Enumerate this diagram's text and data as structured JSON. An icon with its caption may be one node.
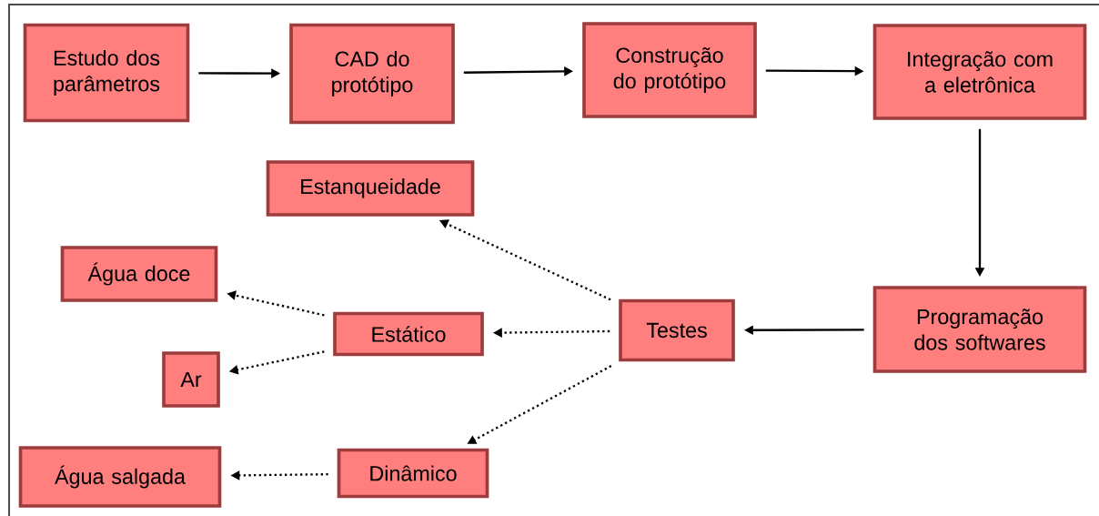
{
  "diagram": {
    "nodes": [
      {
        "text": [
          "Estudo dos parâmetros"
        ]
      },
      {
        "text": [
          "CAD do protótipo"
        ]
      },
      {
        "text": [
          "Construção do protótipo"
        ]
      },
      {
        "text": [
          "Integração com a eletrônica"
        ]
      },
      {
        "text": [
          "Estanqueidade"
        ]
      },
      {
        "text": [
          "Água doce"
        ]
      },
      {
        "text": [
          "Estático"
        ]
      },
      {
        "text": [
          "Ar"
        ]
      },
      {
        "text": [
          "Testes"
        ]
      },
      {
        "text": [
          "Programação dos softwares"
        ]
      },
      {
        "text": [
          "Água salgada"
        ]
      },
      {
        "text": [
          "Dinâmico"
        ]
      }
    ],
    "edges": [
      {
        "from": 0,
        "to": 1,
        "arrow": "to"
      },
      {
        "from": 1,
        "to": 2,
        "arrow": "to"
      },
      {
        "from": 2,
        "to": 3,
        "arrow": "to"
      },
      {
        "from": 3,
        "to": 9,
        "arrow": "to"
      },
      {
        "from": 9,
        "to": 8,
        "arrow": "to"
      },
      {
        "from": 8,
        "to": 4,
        "arrow": "to",
        "style": "dashed"
      },
      {
        "from": 8,
        "to": 6,
        "arrow": "to",
        "style": "dashed"
      },
      {
        "from": 8,
        "to": 11,
        "arrow": "to",
        "style": "dashed"
      },
      {
        "from": 6,
        "to": 5,
        "arrow": "to",
        "style": "dashed"
      },
      {
        "from": 6,
        "to": 7,
        "arrow": "to",
        "style": "dashed"
      },
      {
        "from": 11,
        "to": 10,
        "arrow": "to",
        "style": "dashed"
      }
    ]
  }
}
